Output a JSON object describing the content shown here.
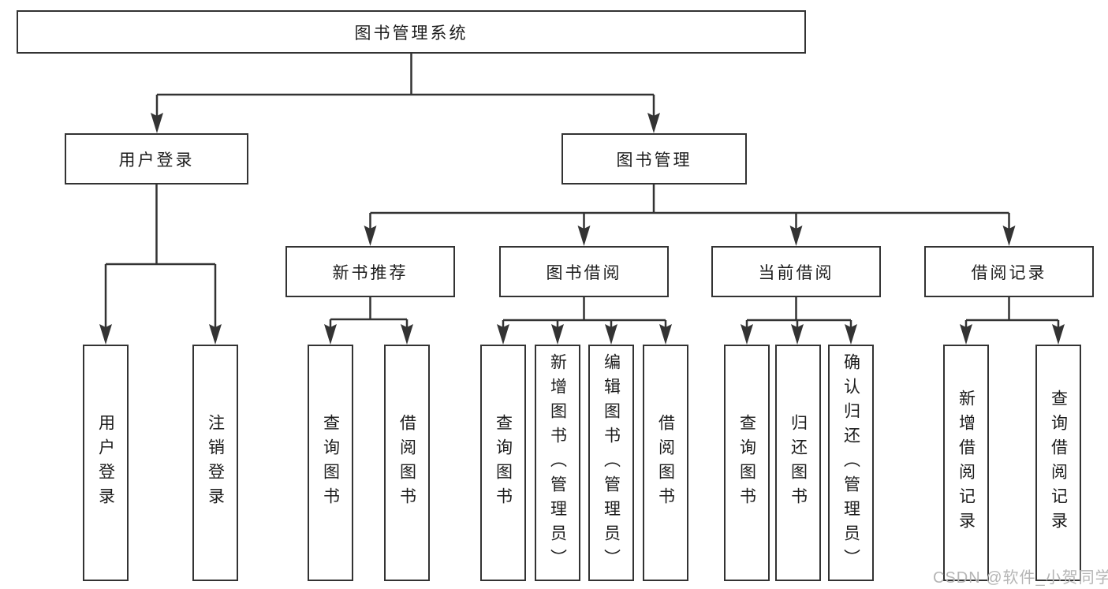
{
  "diagram": {
    "root": {
      "label": "图书管理系统"
    },
    "branches": [
      {
        "label": "用户登录",
        "children": [
          {
            "label": "用户登录"
          },
          {
            "label": "注销登录"
          }
        ]
      },
      {
        "label": "图书管理",
        "children": [
          {
            "label": "新书推荐",
            "children": [
              {
                "label": "查询图书"
              },
              {
                "label": "借阅图书"
              }
            ]
          },
          {
            "label": "图书借阅",
            "children": [
              {
                "label": "查询图书"
              },
              {
                "label": "新增图书（管理员）"
              },
              {
                "label": "编辑图书（管理员）"
              },
              {
                "label": "借阅图书"
              }
            ]
          },
          {
            "label": "当前借阅",
            "children": [
              {
                "label": "查询图书"
              },
              {
                "label": "归还图书"
              },
              {
                "label": "确认归还（管理员）"
              }
            ]
          },
          {
            "label": "借阅记录",
            "children": [
              {
                "label": "新增借阅记录"
              },
              {
                "label": "查询借阅记录"
              }
            ]
          }
        ]
      }
    ]
  },
  "watermark": {
    "text": "CSDN @软件_小贺同学"
  },
  "colors": {
    "line": "#333333",
    "box_border": "#333333",
    "text": "#1c1c1c",
    "background": "#ffffff",
    "watermark": "#b5b5b5"
  }
}
